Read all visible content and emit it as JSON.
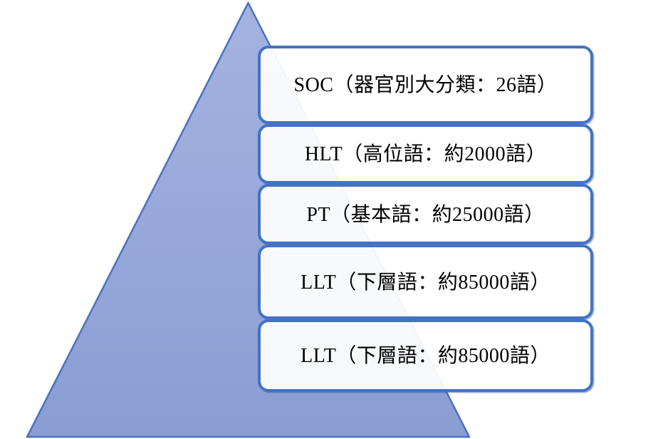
{
  "diagram": {
    "type": "pyramid-hierarchy",
    "levels": [
      {
        "label": "SOC（器官別大分類：26語）"
      },
      {
        "label": "HLT（高位語：約2000語）"
      },
      {
        "label": "PT（基本語：約25000語）"
      },
      {
        "label": "LLT（下層語：約85000語）"
      },
      {
        "label": "LLT（下層語：約85000語）"
      }
    ],
    "colors": {
      "triangle_fill_top": "#a5b3e1",
      "triangle_fill_bottom": "#8a9dd4",
      "triangle_border": "#4a72bd",
      "box_border": "#4472c4",
      "box_fill": "#ffffff",
      "text": "#000000",
      "background": "#ffffff"
    }
  }
}
